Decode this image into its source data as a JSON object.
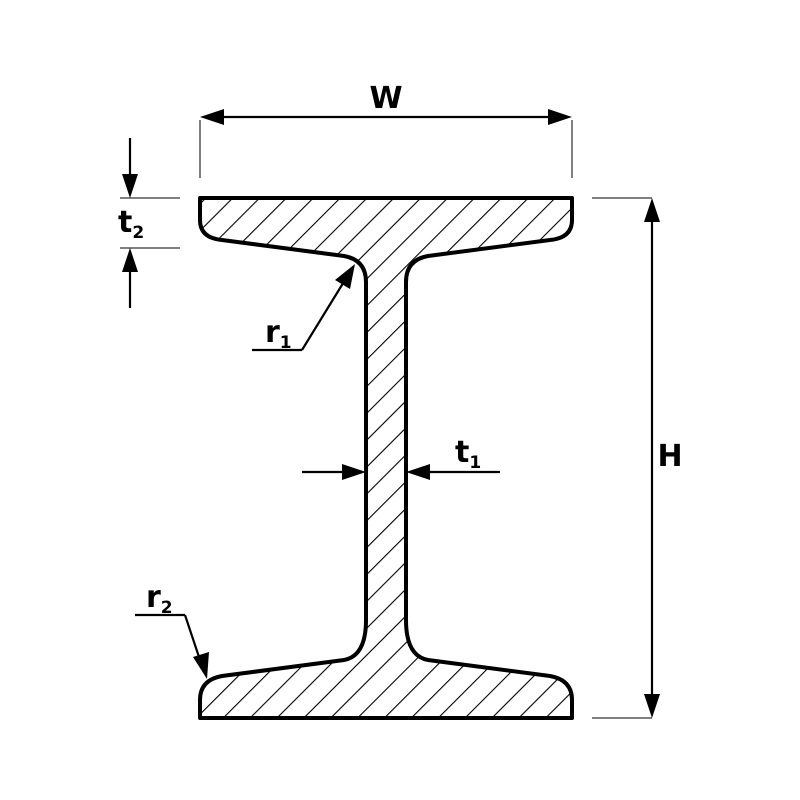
{
  "labels": {
    "width": "W",
    "height": "H",
    "flange_thickness": {
      "base": "t",
      "sub": "2"
    },
    "web_thickness": {
      "base": "t",
      "sub": "1"
    },
    "root_radius": {
      "base": "r",
      "sub": "1"
    },
    "toe_radius": {
      "base": "r",
      "sub": "2"
    }
  },
  "colors": {
    "ink": "#000000",
    "background": "#ffffff"
  }
}
